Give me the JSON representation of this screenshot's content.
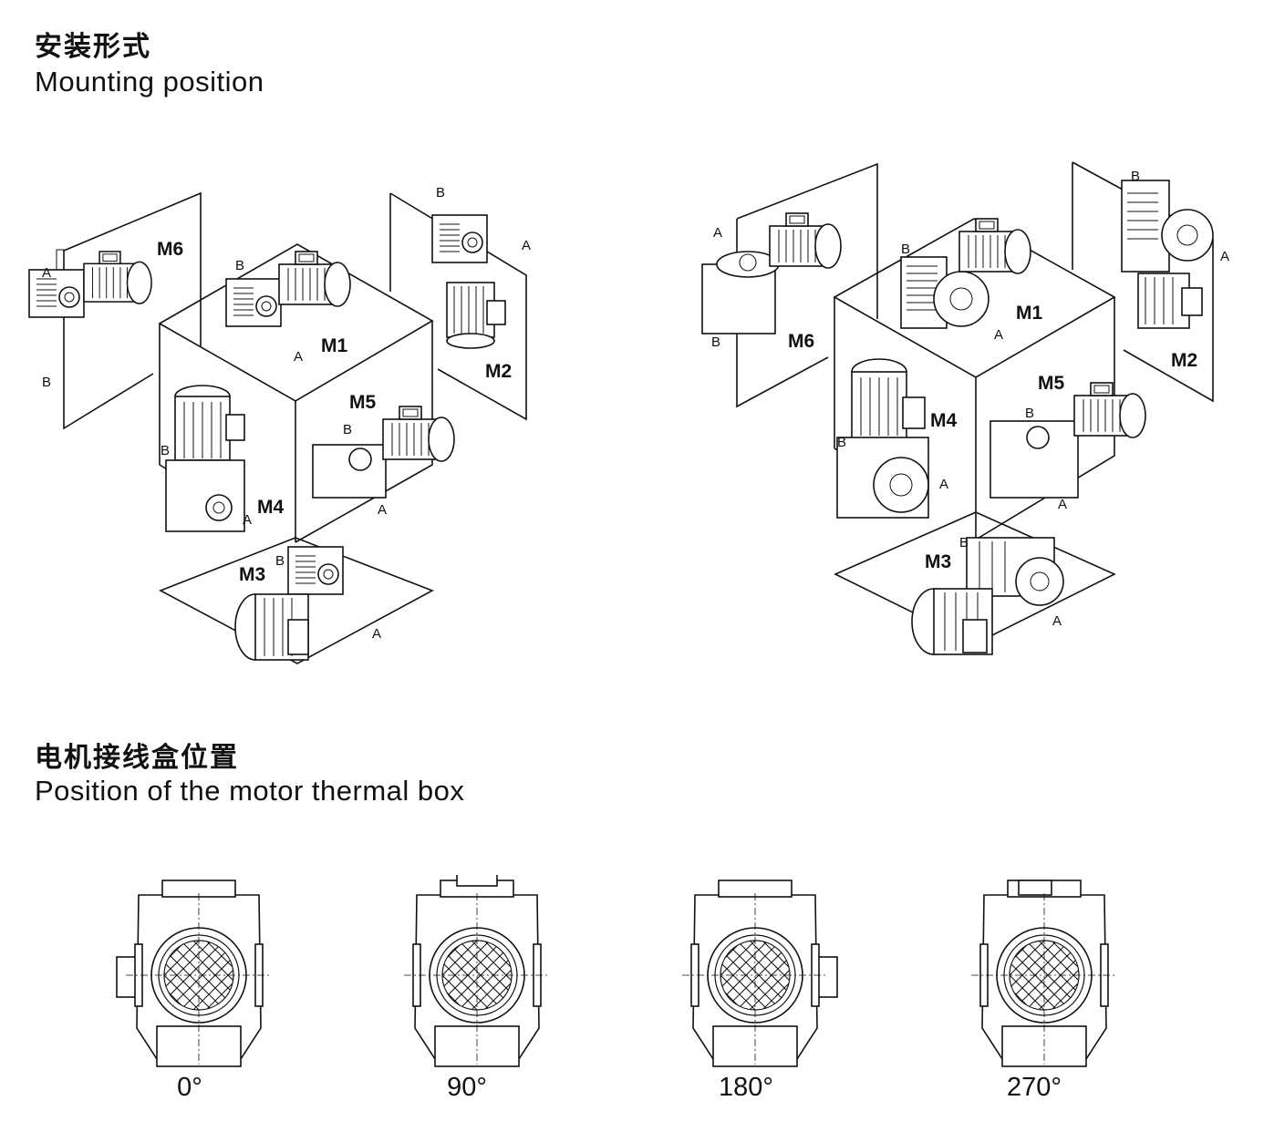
{
  "section1": {
    "title_cn": "安装形式",
    "title_en": "Mounting position"
  },
  "section2": {
    "title_cn": "电机接线盒位置",
    "title_en": "Position of the motor thermal box"
  },
  "left_diagram": {
    "labels": {
      "m1": "M1",
      "m2": "M2",
      "m3": "M3",
      "m4": "M4",
      "m5": "M5",
      "m6": "M6",
      "a": "A",
      "b": "B"
    }
  },
  "right_diagram": {
    "labels": {
      "m1": "M1",
      "m2": "M2",
      "m3": "M3",
      "m4": "M4",
      "m5": "M5",
      "m6": "M6",
      "a": "A",
      "b": "B"
    }
  },
  "thermal_box_positions": [
    {
      "angle": "0°"
    },
    {
      "angle": "90°"
    },
    {
      "angle": "180°"
    },
    {
      "angle": "270°"
    }
  ]
}
